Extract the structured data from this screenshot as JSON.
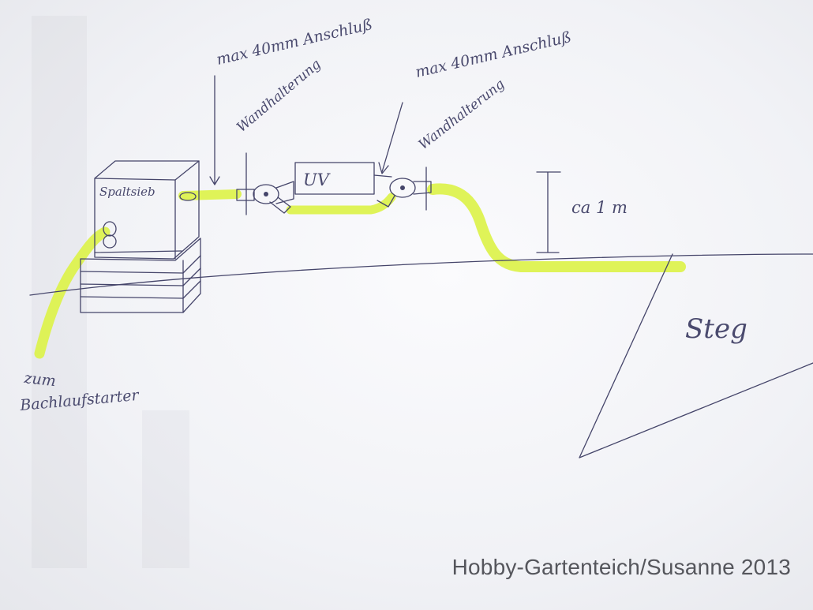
{
  "labels": {
    "note_max_left": "max 40mm Anschluß",
    "note_max_right": "max 40mm Anschluß",
    "wall_mount_left": "Wandhalterung",
    "wall_mount_right": "Wandhalterung",
    "filter_box": "Spaltsieb",
    "uv_unit": "UV",
    "height_note": "ca 1 m",
    "jetty": "Steg",
    "outlet_line1": "zum",
    "outlet_line2": "Bachlaufstarter"
  },
  "credit": "Hobby-Gartenteich/Susanne 2013",
  "colors": {
    "highlighter": "#dcf24a",
    "pen": "#45456a",
    "paper": "#f4f5f8"
  }
}
